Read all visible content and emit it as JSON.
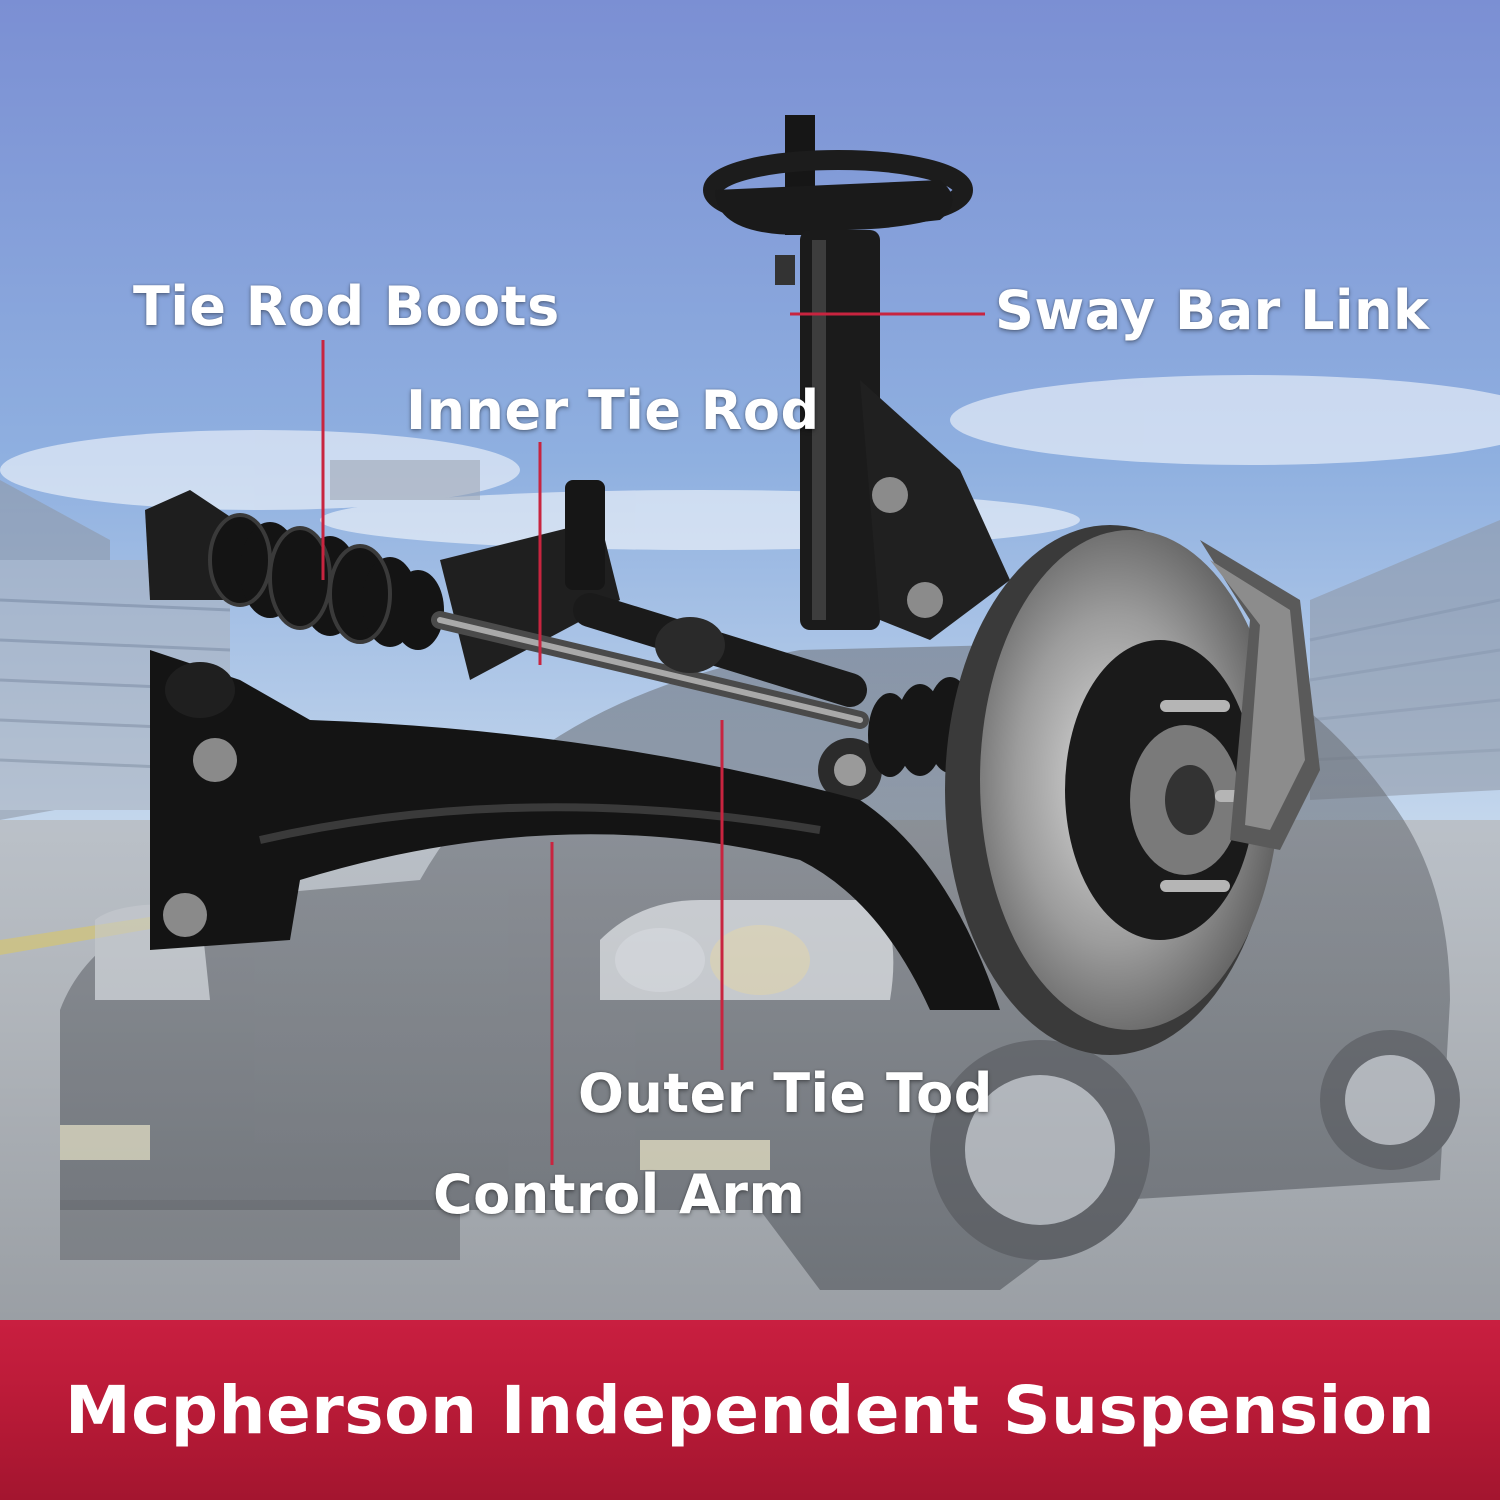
{
  "labels": {
    "tie_rod_boots": "Tie Rod Boots",
    "inner_tie_rod": "Inner Tie Rod",
    "sway_bar_link": "Sway Bar Link",
    "outer_tie_rod": "Outer Tie Tod",
    "control_arm": "Control Arm"
  },
  "banner": {
    "title": "Mcpherson Independent Suspension"
  },
  "colors": {
    "banner": "#c01d3b",
    "leader_line": "#c8243f",
    "sky": "#7a93d2",
    "label_text": "#ffffff"
  }
}
